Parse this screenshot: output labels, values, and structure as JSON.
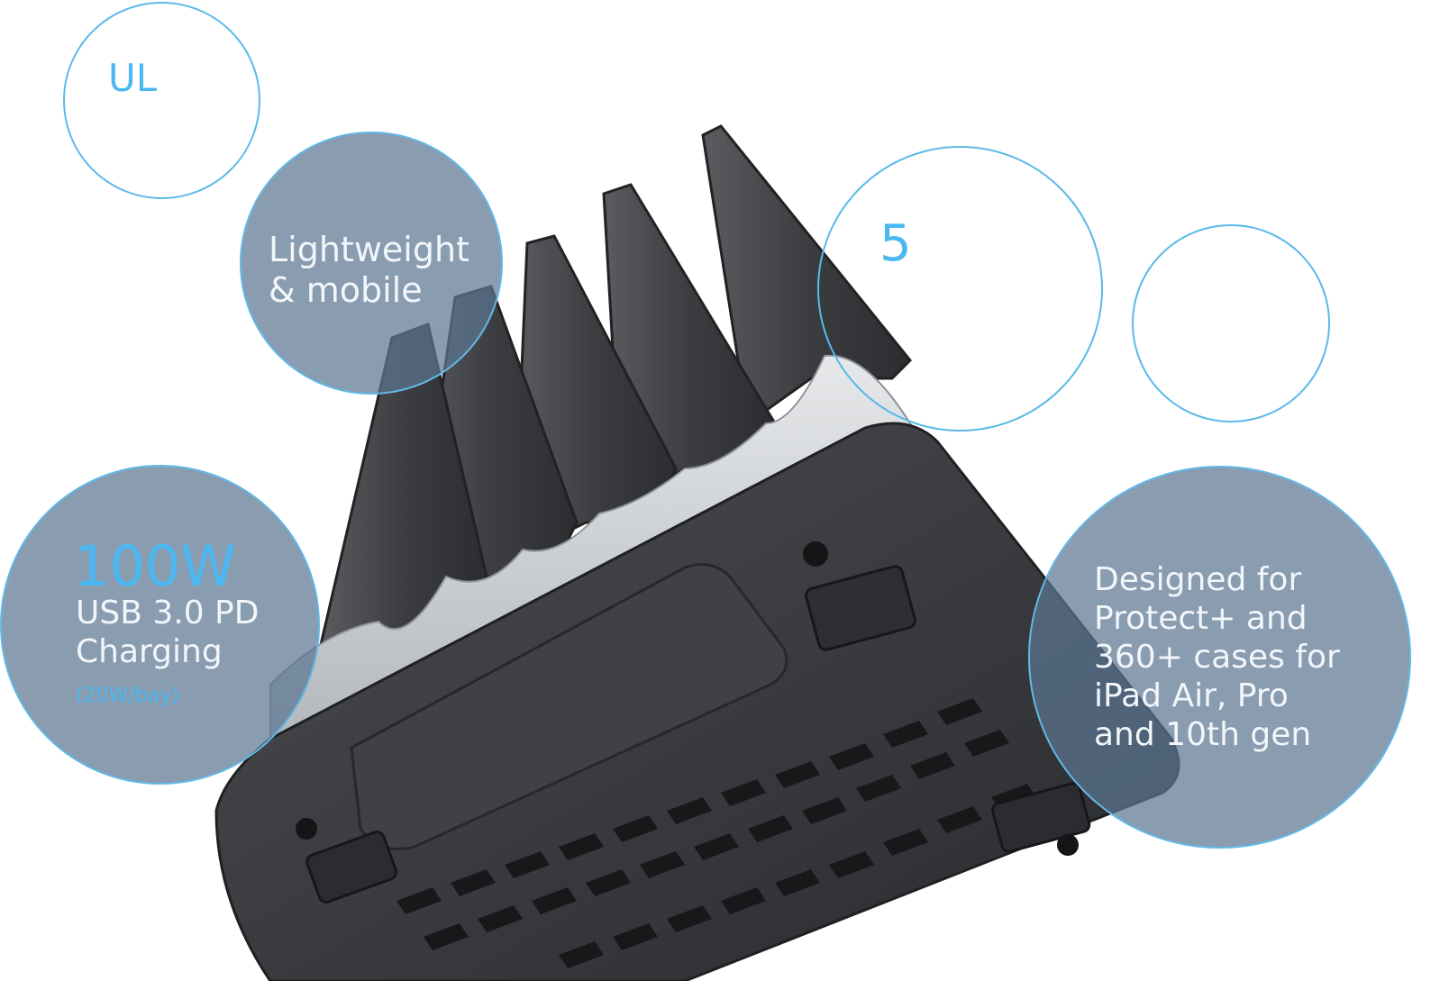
{
  "colors": {
    "accent": "#4bb8f2",
    "bubble_fill": "#5c7692",
    "bubble_text": "#f2f6fa",
    "product_body": "#3a3c3f",
    "product_trim": "#cfd2d4"
  },
  "badges": {
    "ul": "UL",
    "lightweight": {
      "line1": "Lightweight",
      "line2": "& mobile"
    },
    "bays": "5",
    "power": {
      "value": "100W",
      "line1": "USB 3.0 PD",
      "line2": "Charging",
      "note": "(20W/bay)"
    },
    "compat": {
      "line1": "Designed for",
      "line2": "Protect+ and",
      "line3": "360+ cases for",
      "line4": "iPad Air, Pro",
      "line5": "and 10th gen"
    }
  }
}
